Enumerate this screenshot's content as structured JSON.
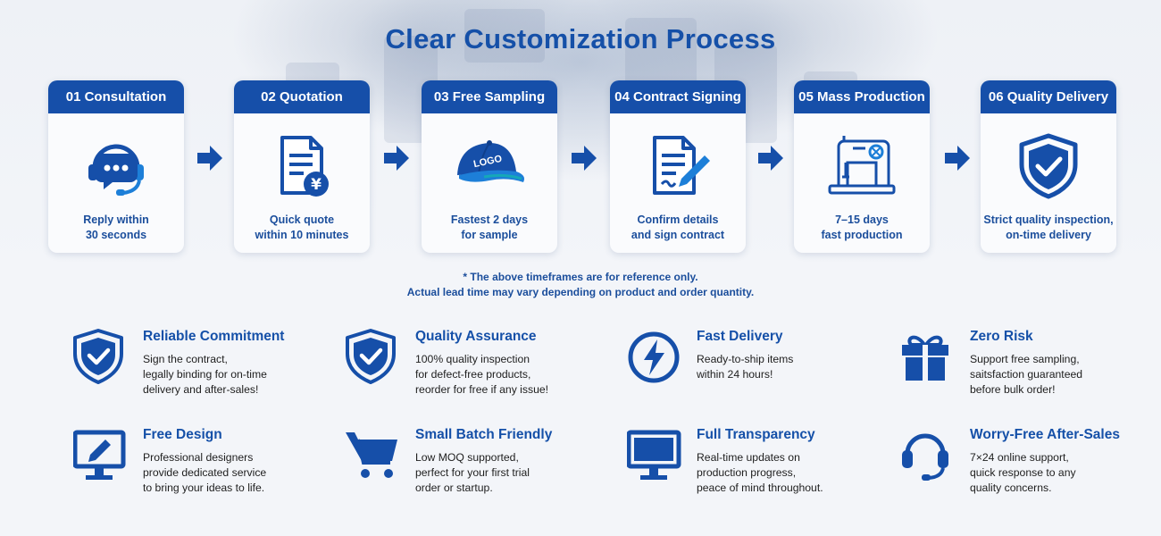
{
  "title": "Clear Customization Process",
  "colors": {
    "primary": "#164fa9",
    "accent": "#1d7fd8",
    "background": "#f3f5f9"
  },
  "steps": [
    {
      "label": "01 Consultation",
      "icon": "customer-service-chat-icon",
      "line1": "Reply within",
      "line2": "30 seconds"
    },
    {
      "label": "02 Quotation",
      "icon": "quote-document-yen-icon",
      "line1": "Quick quote",
      "line2": "within 10 minutes"
    },
    {
      "label": "03 Free Sampling",
      "icon": "logo-cap-icon",
      "logo_text": "LOGO",
      "line1": "Fastest 2 days",
      "line2": "for sample"
    },
    {
      "label": "04 Contract Signing",
      "icon": "contract-pen-icon",
      "line1": "Confirm details",
      "line2": "and sign contract"
    },
    {
      "label": "05 Mass Production",
      "icon": "sewing-machine-icon",
      "line1": "7–15 days",
      "line2": "fast production"
    },
    {
      "label": "06 Quality Delivery",
      "icon": "shield-check-icon",
      "line1": "Strict quality inspection,",
      "line2": "on-time delivery"
    }
  ],
  "note": {
    "line1": "* The above timeframes are for reference only.",
    "line2": "Actual lead time may vary depending on product and order quantity."
  },
  "features": [
    {
      "title": "Reliable Commitment",
      "icon": "shield-check-icon",
      "lines": [
        "Sign the contract,",
        "legally binding for on-time",
        "delivery and after-sales!"
      ]
    },
    {
      "title": "Quality Assurance",
      "icon": "shield-check-icon",
      "lines": [
        "100% quality inspection",
        "for defect-free products,",
        "reorder for free if any issue!"
      ]
    },
    {
      "title": "Fast Delivery",
      "icon": "lightning-icon",
      "lines": [
        "Ready-to-ship items",
        "within 24 hours!"
      ]
    },
    {
      "title": "Zero Risk",
      "icon": "gift-icon",
      "lines": [
        "Support free sampling,",
        "saitsfaction guaranteed",
        "before bulk order!"
      ]
    },
    {
      "title": "Free Design",
      "icon": "monitor-pencil-icon",
      "lines": [
        "Professional designers",
        "provide dedicated service",
        "to bring your ideas to life."
      ]
    },
    {
      "title": "Small Batch Friendly",
      "icon": "shopping-cart-icon",
      "lines": [
        "Low MOQ supported,",
        "perfect for your first trial",
        "order or startup."
      ]
    },
    {
      "title": "Full Transparency",
      "icon": "monitor-icon",
      "lines": [
        "Real-time updates on",
        "production progress,",
        "peace of mind throughout."
      ]
    },
    {
      "title": "Worry-Free After-Sales",
      "icon": "headset-icon",
      "lines": [
        "7×24 online support,",
        "quick response to any",
        "quality concerns."
      ]
    }
  ]
}
